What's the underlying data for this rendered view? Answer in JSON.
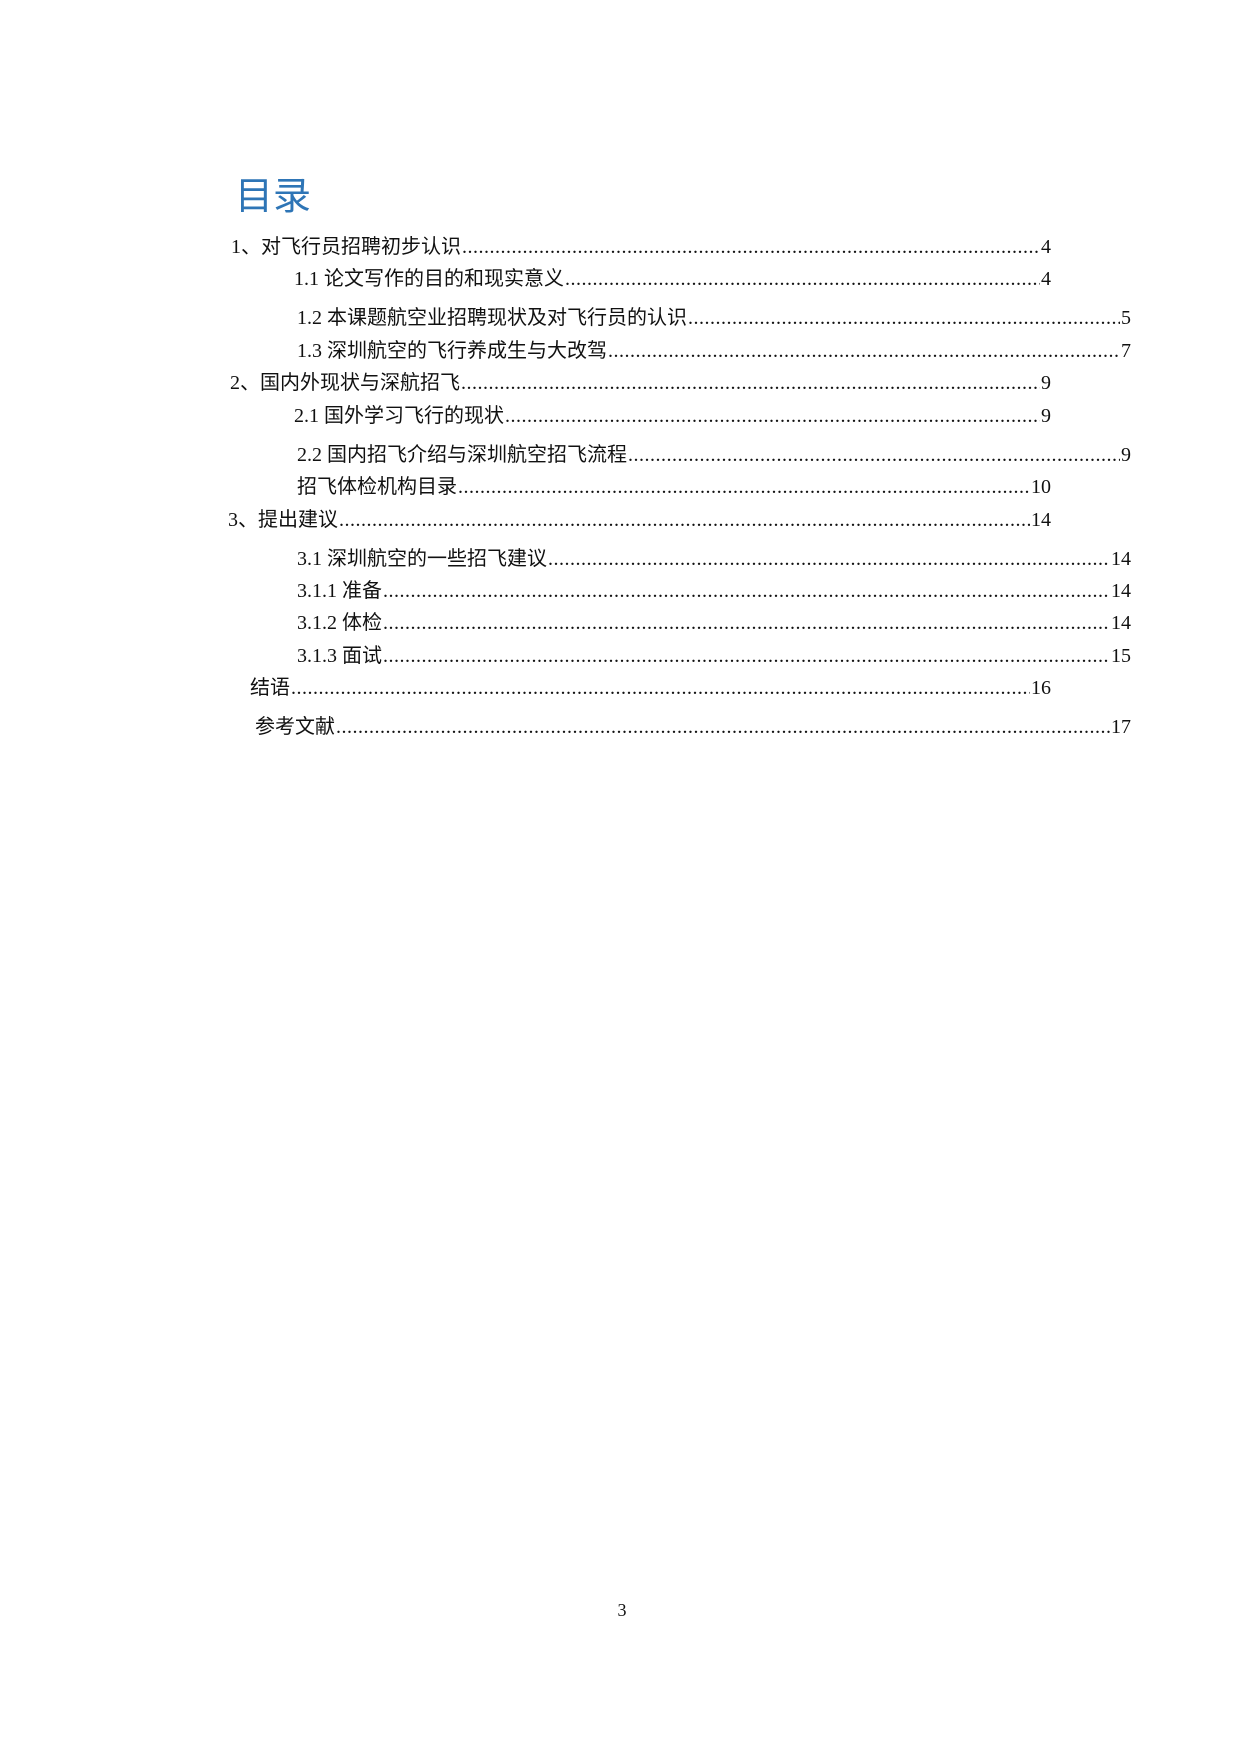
{
  "toc": {
    "title": "目录",
    "entries": [
      {
        "label": "1、对飞行员招聘初步认识",
        "page": "4"
      },
      {
        "label": "1.1 论文写作的目的和现实意义",
        "page": "4"
      },
      {
        "label": "1.2 本课题航空业招聘现状及对飞行员的认识",
        "page": "5"
      },
      {
        "label": "1.3 深圳航空的飞行养成生与大改驾",
        "page": "7"
      },
      {
        "label": "2、国内外现状与深航招飞",
        "page": "9"
      },
      {
        "label": "2.1 国外学习飞行的现状",
        "page": "9"
      },
      {
        "label": "2.2 国内招飞介绍与深圳航空招飞流程",
        "page": "9"
      },
      {
        "label": "招飞体检机构目录",
        "page": "10"
      },
      {
        "label": "3、提出建议",
        "page": "14"
      },
      {
        "label": "3.1 深圳航空的一些招飞建议",
        "page": "14"
      },
      {
        "label": "3.1.1 准备",
        "page": "14"
      },
      {
        "label": "3.1.2 体检",
        "page": "14"
      },
      {
        "label": "3.1.3 面试",
        "page": "15"
      },
      {
        "label": "结语",
        "page": "16"
      },
      {
        "label": "参考文献",
        "page": "17"
      }
    ]
  },
  "footer": {
    "page_number": "3"
  },
  "colors": {
    "title": "#2e75b6",
    "text": "#111111"
  }
}
